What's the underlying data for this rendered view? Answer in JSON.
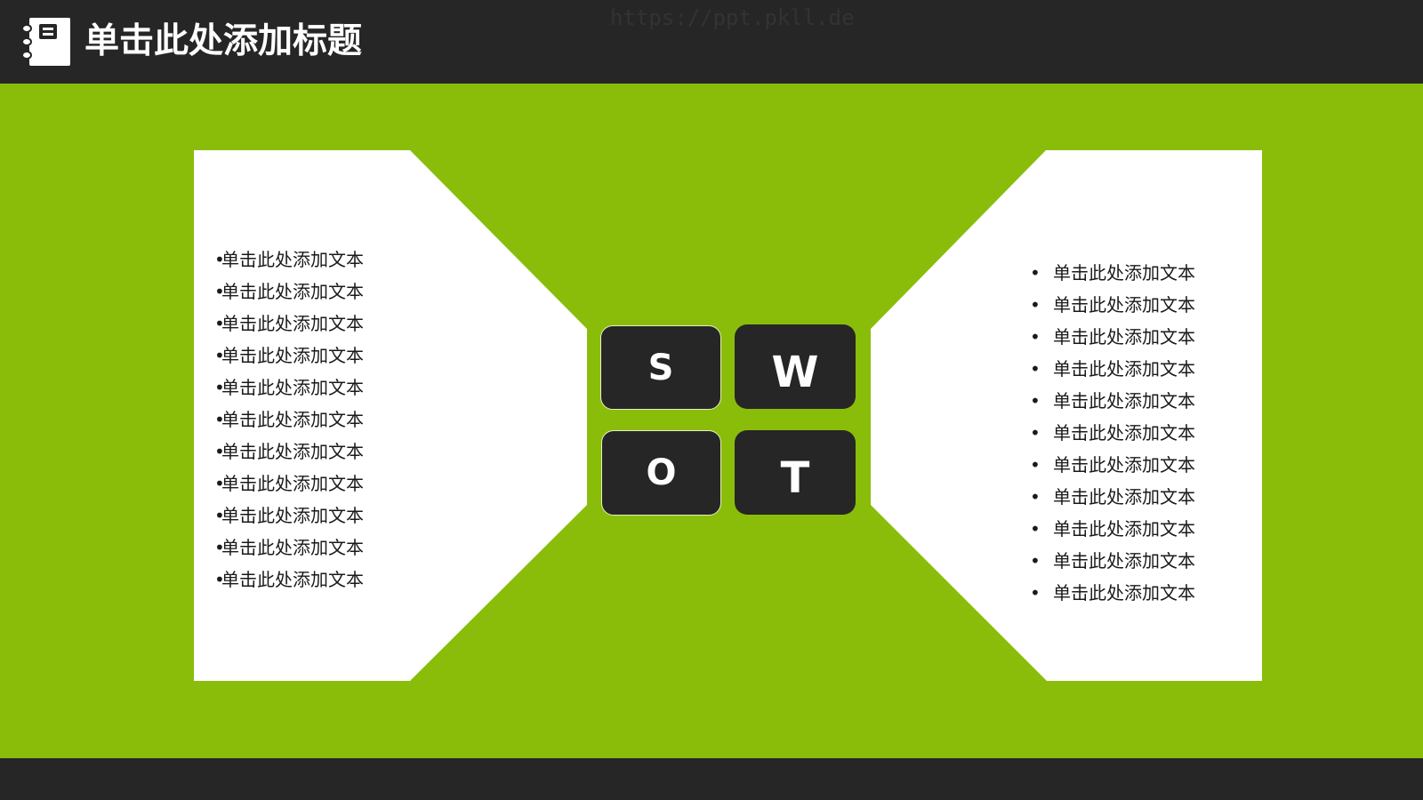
{
  "header": {
    "title": "单击此处添加标题",
    "icon": "notebook-icon",
    "watermark": "https://ppt.pkll.de"
  },
  "colors": {
    "background_green": "#8abd0a",
    "dark": "#262626",
    "panel": "#ffffff",
    "text": "#1a1a1a"
  },
  "left_panel": {
    "bullet": "•",
    "items": [
      "单击此处添加文本",
      "单击此处添加文本",
      "单击此处添加文本",
      "单击此处添加文本",
      "单击此处添加文本",
      "单击此处添加文本",
      "单击此处添加文本",
      "单击此处添加文本",
      "单击此处添加文本",
      "单击此处添加文本",
      "单击此处添加文本"
    ]
  },
  "right_panel": {
    "bullet": "•",
    "items": [
      "单击此处添加文本",
      "单击此处添加文本",
      "单击此处添加文本",
      "单击此处添加文本",
      "单击此处添加文本",
      "单击此处添加文本",
      "单击此处添加文本",
      "单击此处添加文本",
      "单击此处添加文本",
      "单击此处添加文本",
      "单击此处添加文本"
    ]
  },
  "swot": {
    "s": "S",
    "w": "W",
    "o": "O",
    "t": "T"
  }
}
